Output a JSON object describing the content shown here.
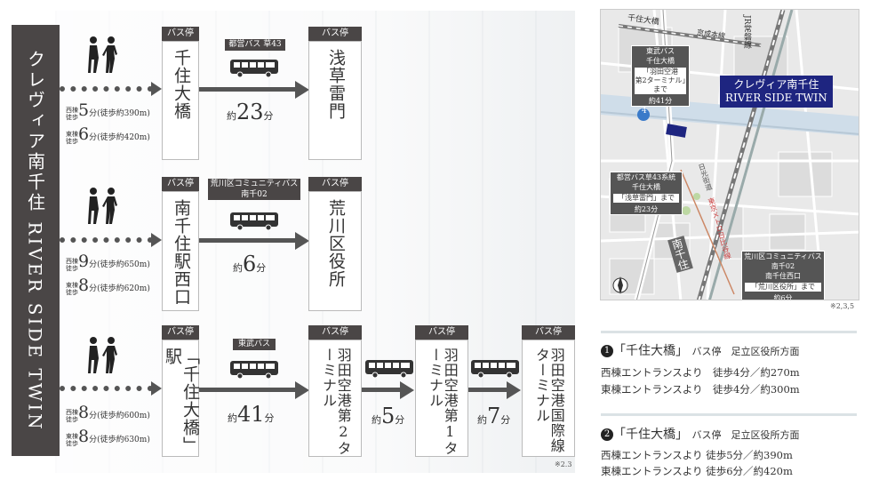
{
  "title": "クレヴィア南千住 RIVER SIDE TWIN",
  "stop_label": "バス停",
  "routes": [
    {
      "walk": {
        "west_label": "西棟徒歩",
        "west_min": "5",
        "west_dist": "分(徒歩約390m)",
        "east_label": "東棟徒歩",
        "east_min": "6",
        "east_dist": "分(徒歩約420m)"
      },
      "from": "千住大橋",
      "bus": "都営バス 草43",
      "duration": "23",
      "dur_prefix": "約",
      "dur_suffix": "分",
      "to": "浅草雷門"
    },
    {
      "walk": {
        "west_label": "西棟徒歩",
        "west_min": "9",
        "west_dist": "分(徒歩約650m)",
        "east_label": "東棟徒歩",
        "east_min": "8",
        "east_dist": "分(徒歩約620m)"
      },
      "from": "南千住駅西口",
      "bus": "荒川区コミュニティバス 南千02",
      "duration": "6",
      "dur_prefix": "約",
      "dur_suffix": "分",
      "to": "荒川区役所"
    },
    {
      "walk": {
        "west_label": "西棟徒歩",
        "west_min": "8",
        "west_dist": "分(徒歩約600m)",
        "east_label": "東棟徒歩",
        "east_min": "8",
        "east_dist": "分(徒歩約630m)"
      },
      "from": "「千住大橋」駅",
      "bus": "東武バス",
      "duration": "41",
      "dur_prefix": "約",
      "dur_suffix": "分",
      "to": "羽田空港第2ターミナル",
      "to2": "羽田空港第1ターミナル",
      "duration2": "5",
      "to3": "羽田空港国際線ターミナル",
      "duration3": "7"
    }
  ],
  "notes": {
    "left": "※2.3",
    "map": "※2,3,5"
  },
  "map": {
    "title_line1": "クレヴィア南千住",
    "title_line2": "RIVER SIDE TWIN",
    "labels": {
      "rail1": "千住大橋",
      "rail2": "京成本線",
      "rail3": "JR常磐線",
      "road1": "日光街道",
      "road2": "東京メトロ日比谷線",
      "route4": "4",
      "south": "南千住"
    },
    "callout1": {
      "line1": "東武バス",
      "line2": "千住大橋",
      "inner1": "「羽田空港",
      "inner2": "第2ターミナル」まで",
      "line3": "約41分"
    },
    "callout2": {
      "line1": "都営バス草43系統",
      "line2": "千住大橋",
      "inner1": "「浅草雷門」まで",
      "line3": "約23分"
    },
    "callout3": {
      "line1": "荒川区コミュニティバス",
      "line2": "南千02",
      "line3": "南千住西口",
      "inner1": "「荒川区役所」まで",
      "line4": "約6分"
    }
  },
  "info": [
    {
      "num": "1",
      "title": "「千住大橋」",
      "sub": "バス停　足立区役所方面",
      "lines": [
        "西棟エントランスより　徒歩4分／約270m",
        "東棟エントランスより　徒歩4分／約300m"
      ]
    },
    {
      "num": "2",
      "title": "「千住大橋」",
      "sub": "バス停　足立区役所方面",
      "lines": [
        "西棟エントランスより 徒歩5分／約390m",
        "東棟エントランスより 徒歩6分／約420m"
      ]
    }
  ],
  "colors": {
    "dark": "#4a4646",
    "navy": "#1e2580",
    "river": "#1e2580"
  }
}
